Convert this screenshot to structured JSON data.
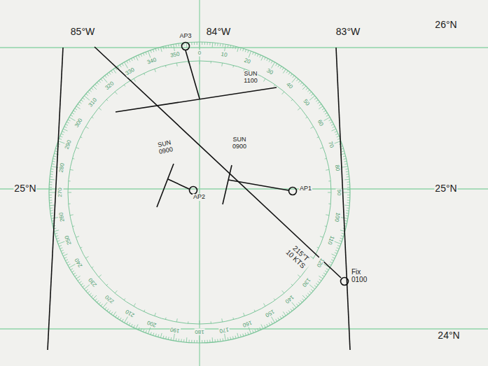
{
  "diagram": {
    "nodes": [
      {
        "text": [
          "AP3"
        ]
      },
      {
        "text": [
          "AP2"
        ]
      },
      {
        "text": [
          "AP1"
        ]
      },
      {
        "text": [
          "Fix 0100"
        ]
      }
    ],
    "labels": [
      "85°W",
      "84°W",
      "83°W",
      "26°N",
      "25°N",
      "25°N",
      "24°N",
      "SUN 1100",
      "SUN 0900",
      "SUN 0900",
      "215°T 10 KTS",
      "0",
      "10",
      "20",
      "30",
      "40",
      "50",
      "60",
      "70",
      "80",
      "90",
      "100",
      "110",
      "120",
      "130",
      "140",
      "150",
      "160",
      "170",
      "180",
      "190",
      "200",
      "210",
      "220",
      "230",
      "240",
      "250",
      "260",
      "270",
      "280",
      "290",
      "300",
      "310",
      "320",
      "330",
      "340",
      "350"
    ]
  }
}
